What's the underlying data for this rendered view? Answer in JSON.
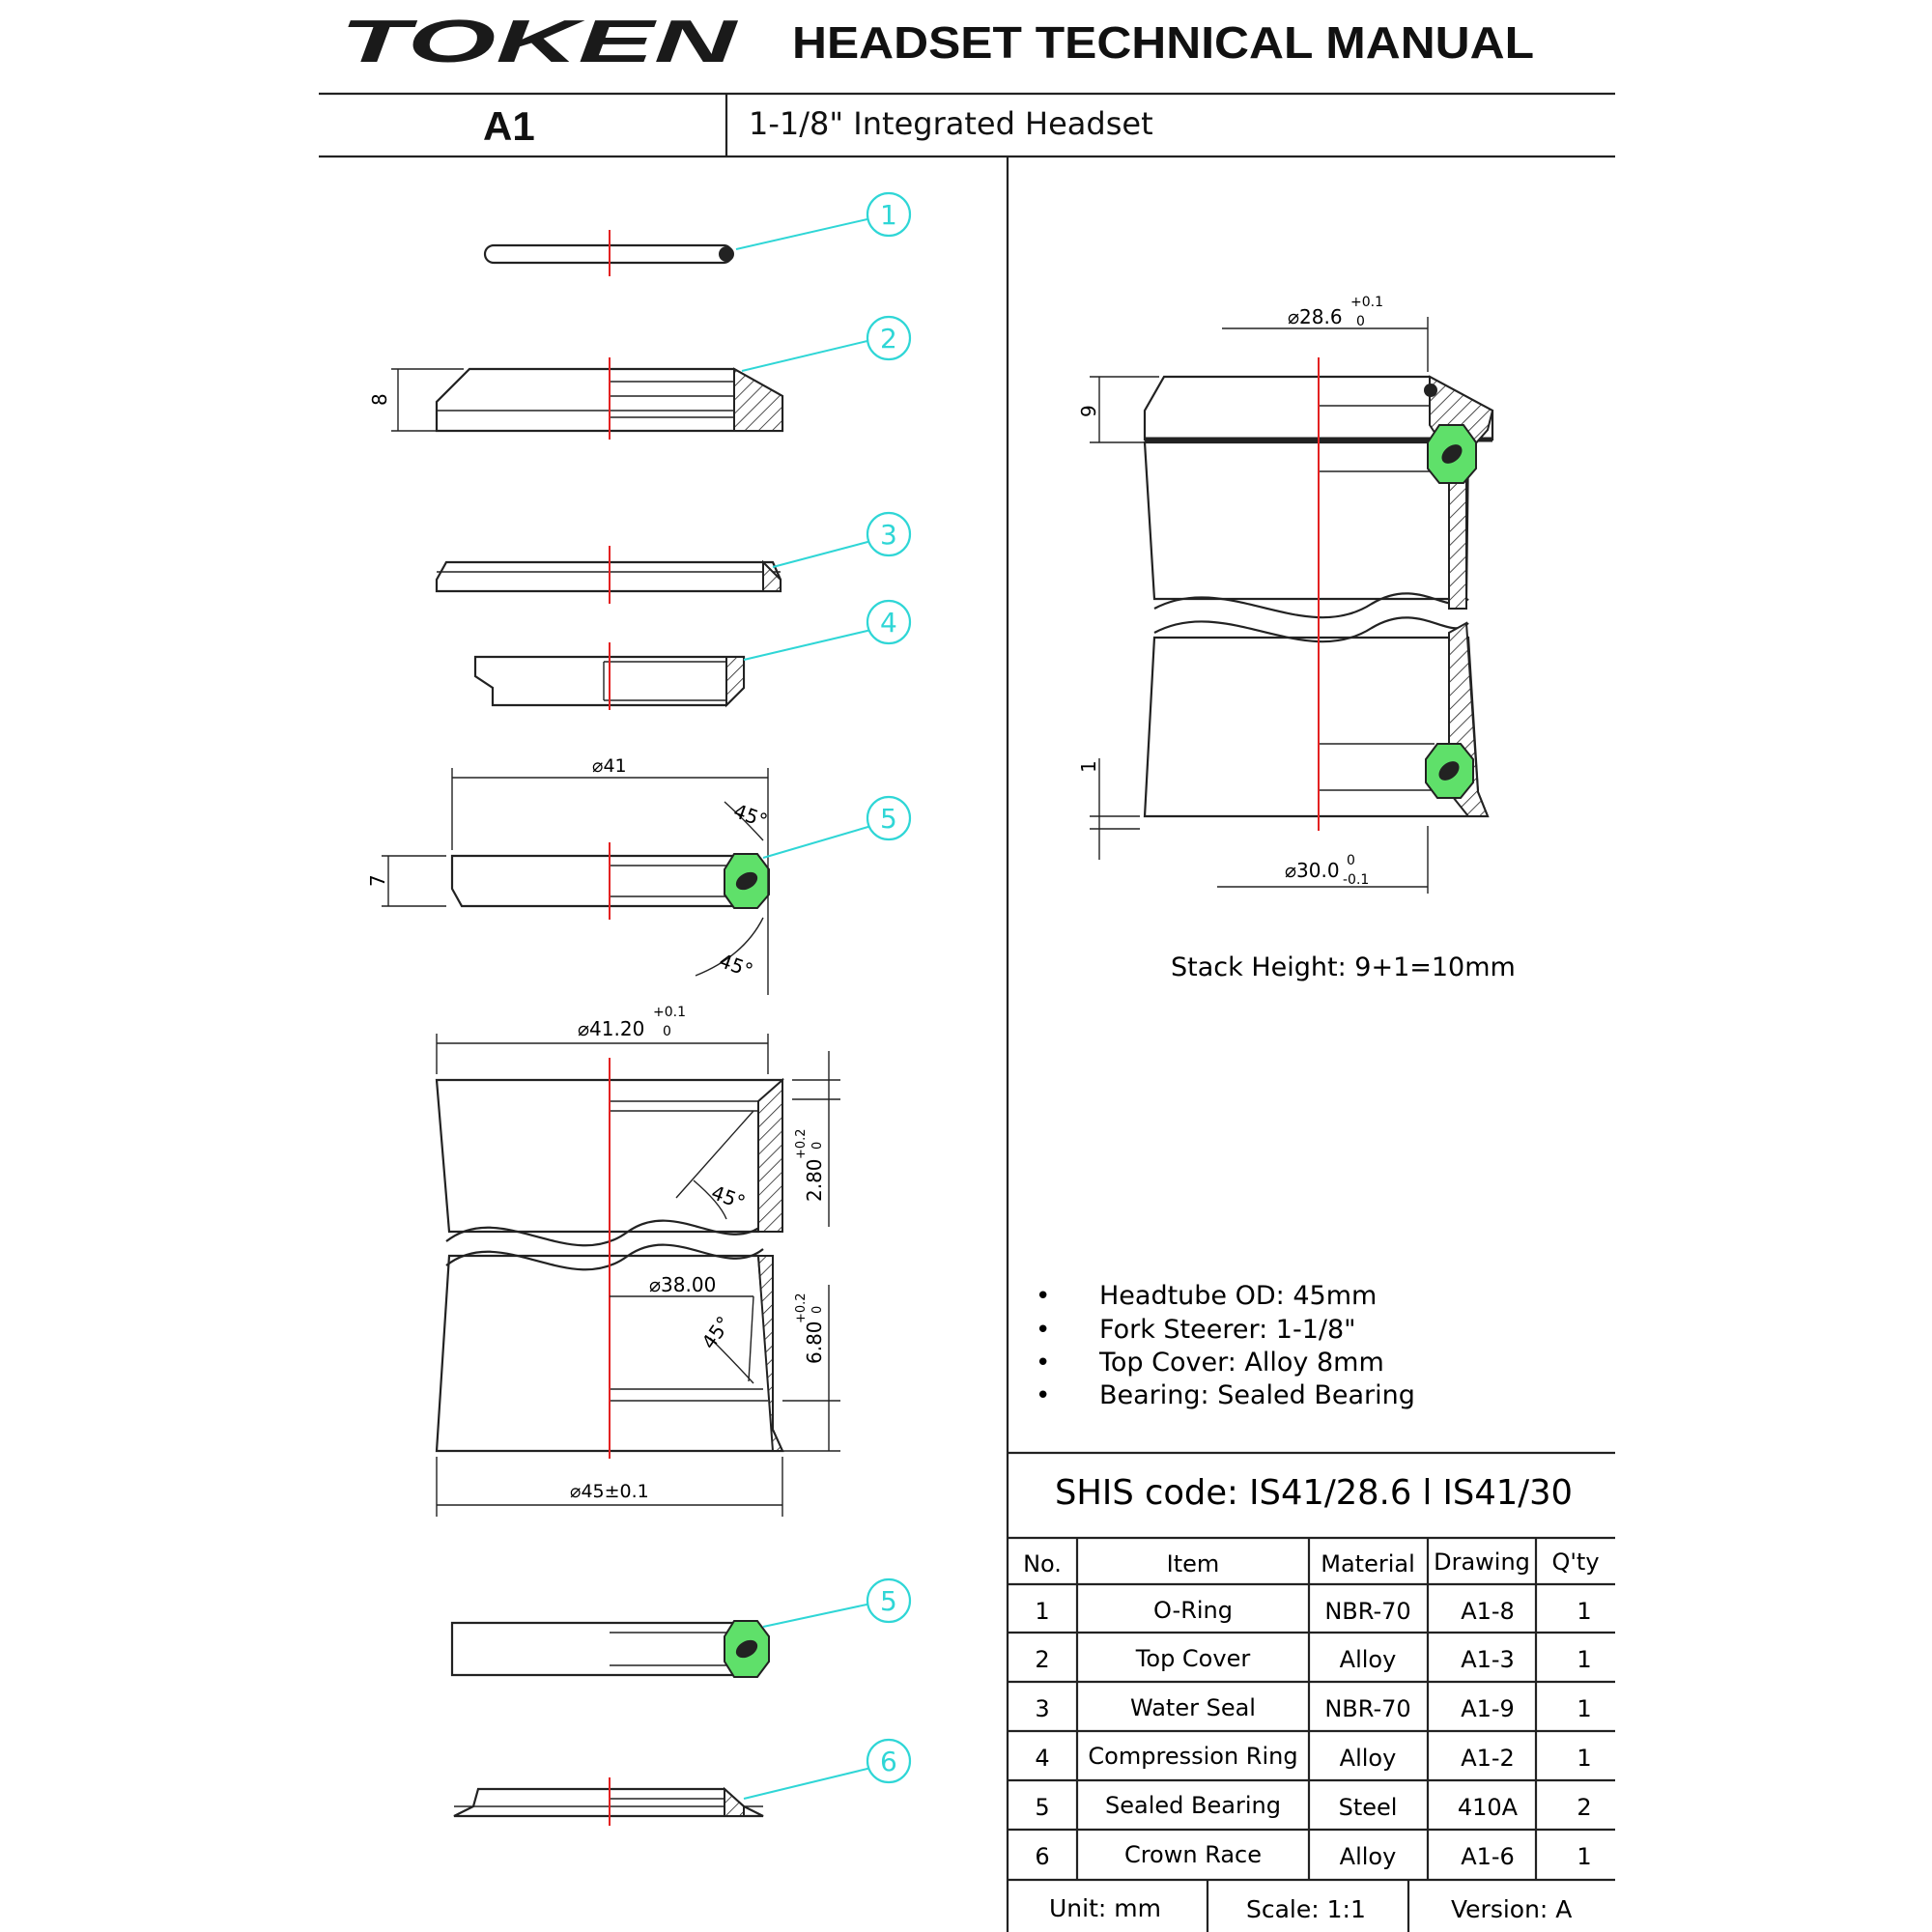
{
  "header": {
    "brand": "TOKEN",
    "title": "HEADSET TECHNICAL MANUAL",
    "model": "A1",
    "subtitle": "1-1/8\" Integrated Headset"
  },
  "callouts": [
    "1",
    "2",
    "3",
    "4",
    "5",
    "5",
    "6"
  ],
  "dimensions": {
    "top_cover_height": "8",
    "bearing_diameter": "⌀41",
    "bearing_angle_top": "45°",
    "bearing_angle_bottom": "45°",
    "bearing_height": "7",
    "cup_diameter": "⌀41.20",
    "cup_tol_plus": "+0.1",
    "cup_tol_zero": "0",
    "cup_angle_upper": "45°",
    "cup_depth_upper": "2.80",
    "cup_depth_upper_tol_plus": "+0.2",
    "cup_depth_upper_tol_zero": "0",
    "inner_diameter": "⌀38.00",
    "cup_angle_lower": "45°",
    "cup_depth_lower": "6.80",
    "cup_depth_lower_tol_plus": "+0.2",
    "cup_depth_lower_tol_zero": "0",
    "outer_diameter": "⌀45±0.1",
    "steerer_top": "⌀28.6",
    "steerer_top_tol_plus": "+0.1",
    "steerer_top_tol_zero": "0",
    "stack_top": "9",
    "stack_bottom": "1",
    "steerer_bottom": "⌀30.0",
    "steerer_bottom_tol_zero": "0",
    "steerer_bottom_tol_minus": "-0.1"
  },
  "stack_height": "Stack Height: 9+1=10mm",
  "specs": [
    "Headtube OD: 45mm",
    "Fork Steerer: 1-1/8\"",
    "Top Cover: Alloy 8mm",
    "Bearing: Sealed Bearing"
  ],
  "shis_code": "SHIS code: IS41/28.6 l IS41/30",
  "parts_table": {
    "headers": [
      "No.",
      "Item",
      "Material",
      "Drawing",
      "Q'ty"
    ],
    "rows": [
      [
        "1",
        "O-Ring",
        "NBR-70",
        "A1-8",
        "1"
      ],
      [
        "2",
        "Top Cover",
        "Alloy",
        "A1-3",
        "1"
      ],
      [
        "3",
        "Water Seal",
        "NBR-70",
        "A1-9",
        "1"
      ],
      [
        "4",
        "Compression Ring",
        "Alloy",
        "A1-2",
        "1"
      ],
      [
        "5",
        "Sealed Bearing",
        "Steel",
        "410A",
        "2"
      ],
      [
        "6",
        "Crown Race",
        "Alloy",
        "A1-6",
        "1"
      ]
    ]
  },
  "footer": {
    "unit": "Unit: mm",
    "scale": "Scale: 1:1",
    "version": "Version: A"
  },
  "colors": {
    "callout": "#2fd6d6",
    "centerline": "#e32222",
    "bearing": "#5fe06a"
  }
}
